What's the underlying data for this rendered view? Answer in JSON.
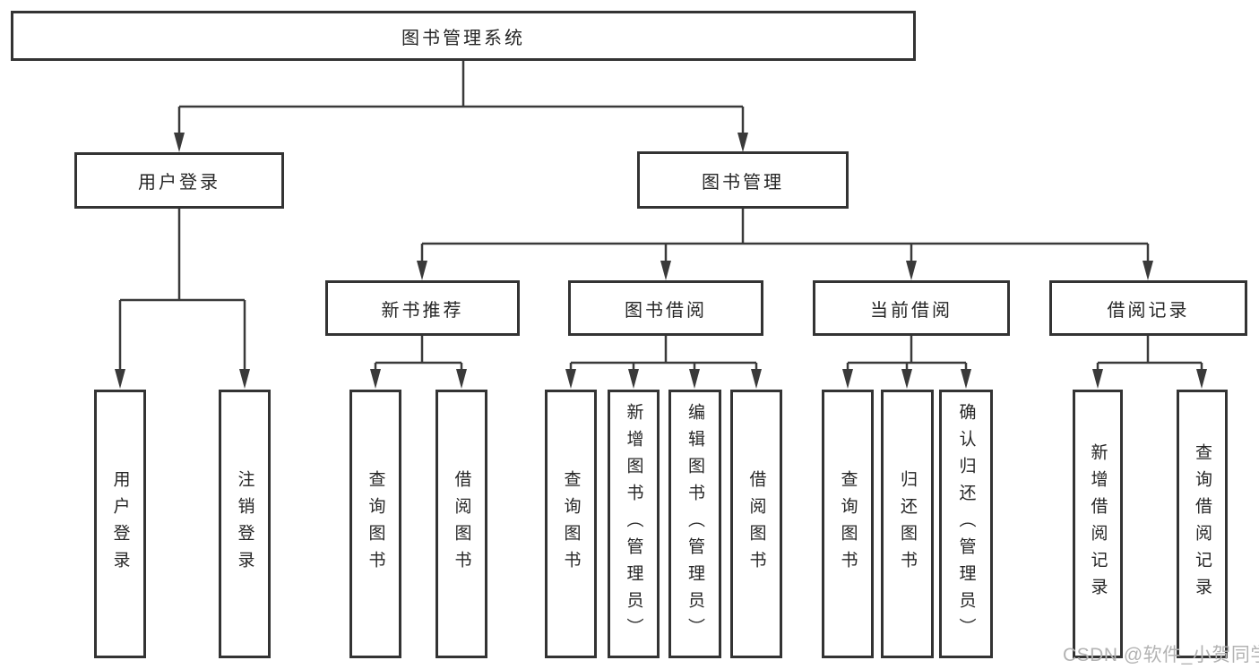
{
  "diagram": {
    "title": "图书管理系统",
    "root": {
      "label": "图书管理系统"
    },
    "level2": [
      {
        "label": "用户登录"
      },
      {
        "label": "图书管理"
      }
    ],
    "level3": [
      {
        "label": "新书推荐",
        "parent": "图书管理"
      },
      {
        "label": "图书借阅",
        "parent": "图书管理"
      },
      {
        "label": "当前借阅",
        "parent": "图书管理"
      },
      {
        "label": "借阅记录",
        "parent": "图书管理"
      }
    ],
    "leaves": [
      {
        "label": "用户登录",
        "parent": "用户登录"
      },
      {
        "label": "注销登录",
        "parent": "用户登录"
      },
      {
        "label": "查询图书",
        "parent": "新书推荐"
      },
      {
        "label": "借阅图书",
        "parent": "新书推荐"
      },
      {
        "label": "查询图书",
        "parent": "图书借阅"
      },
      {
        "label": "新增图书（管理员）",
        "parent": "图书借阅"
      },
      {
        "label": "编辑图书（管理员）",
        "parent": "图书借阅"
      },
      {
        "label": "借阅图书",
        "parent": "图书借阅"
      },
      {
        "label": "查询图书",
        "parent": "当前借阅"
      },
      {
        "label": "归还图书",
        "parent": "当前借阅"
      },
      {
        "label": "确认归还（管理员）",
        "parent": "当前借阅"
      },
      {
        "label": "新增借阅记录",
        "parent": "借阅记录"
      },
      {
        "label": "查询借阅记录",
        "parent": "借阅记录"
      }
    ]
  },
  "watermark": {
    "text": "CSDN @软件_小贺同学"
  },
  "colors": {
    "line": "#3a3a3a",
    "border": "#333333",
    "text": "#262626",
    "watermark": "#b3b3b3",
    "background": "#ffffff"
  }
}
